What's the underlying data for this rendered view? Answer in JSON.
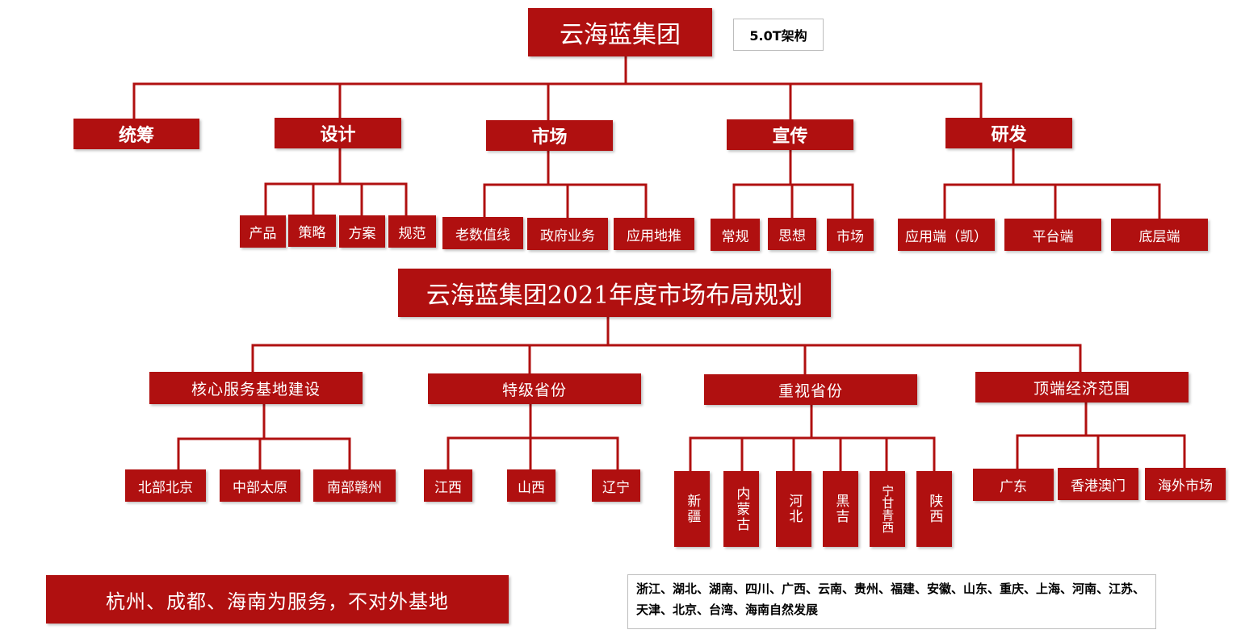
{
  "org": {
    "title": "云海蓝集团",
    "version_label": "5.0T架构",
    "departments": [
      {
        "name": "统筹",
        "children": []
      },
      {
        "name": "设计",
        "children": [
          "产品",
          "策略",
          "方案",
          "规范"
        ]
      },
      {
        "name": "市场",
        "children": [
          "老数值线",
          "政府业务",
          "应用地推"
        ]
      },
      {
        "name": "宣传",
        "children": [
          "常规",
          "思想",
          "市场"
        ]
      },
      {
        "name": "研发",
        "children": [
          "应用端（凯）",
          "平台端",
          "底层端"
        ]
      }
    ]
  },
  "plan": {
    "title": "云海蓝集团2021年度市场布局规划",
    "groups": [
      {
        "name": "核心服务基地建设",
        "children": [
          "北部北京",
          "中部太原",
          "南部赣州"
        ]
      },
      {
        "name": "特级省份",
        "children": [
          "江西",
          "山西",
          "辽宁"
        ]
      },
      {
        "name": "重视省份",
        "children": [
          "新疆",
          "内蒙古",
          "河北",
          "黑吉",
          "宁甘青西",
          "陕西"
        ]
      },
      {
        "name": "顶端经济范围",
        "children": [
          "广东",
          "香港澳门",
          "海外市场"
        ]
      }
    ]
  },
  "footer": {
    "service_note": "杭州、成都、海南为服务，不对外基地",
    "other_provinces": "浙江、湖北、湖南、四川、广西、云南、贵州、福建、安徽、山东、重庆、上海、河南、江苏、天津、北京、台湾、海南自然发展"
  },
  "colors": {
    "box": "#b01010",
    "line": "#b01010",
    "text": "#ffffff"
  }
}
